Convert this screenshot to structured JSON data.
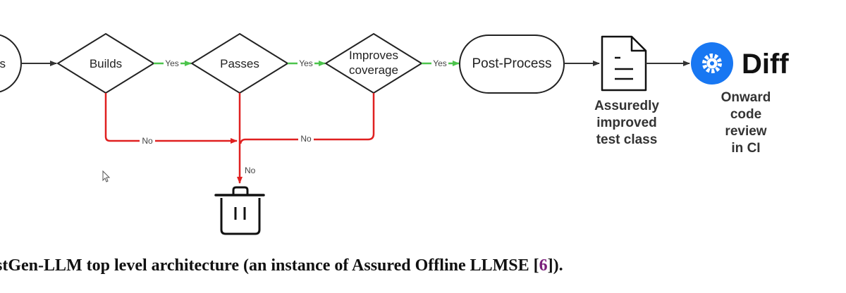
{
  "nodes": {
    "left_partial": "s",
    "builds": "Builds",
    "passes": "Passes",
    "improves_line1": "Improves",
    "improves_line2": "coverage",
    "post_process": "Post-Process",
    "diff": "Diff"
  },
  "edges": {
    "yes": "Yes",
    "no": "No"
  },
  "artifacts": {
    "test_class": [
      "Assuredly",
      "improved",
      "test class"
    ],
    "review": [
      "Onward",
      "code",
      "review",
      "in CI"
    ]
  },
  "caption": {
    "text_before": "stGen-LLM top level architecture (an instance of Assured Offline LLMSE [",
    "ref": "6",
    "text_after": "])."
  },
  "colors": {
    "line": "#333333",
    "yes": "#4cc44c",
    "no": "#e02020",
    "diff_brand": "#1877f2"
  },
  "icons": {
    "document": "document-icon",
    "trash": "trash-icon",
    "gear": "gear-icon",
    "cursor": "cursor-icon"
  }
}
